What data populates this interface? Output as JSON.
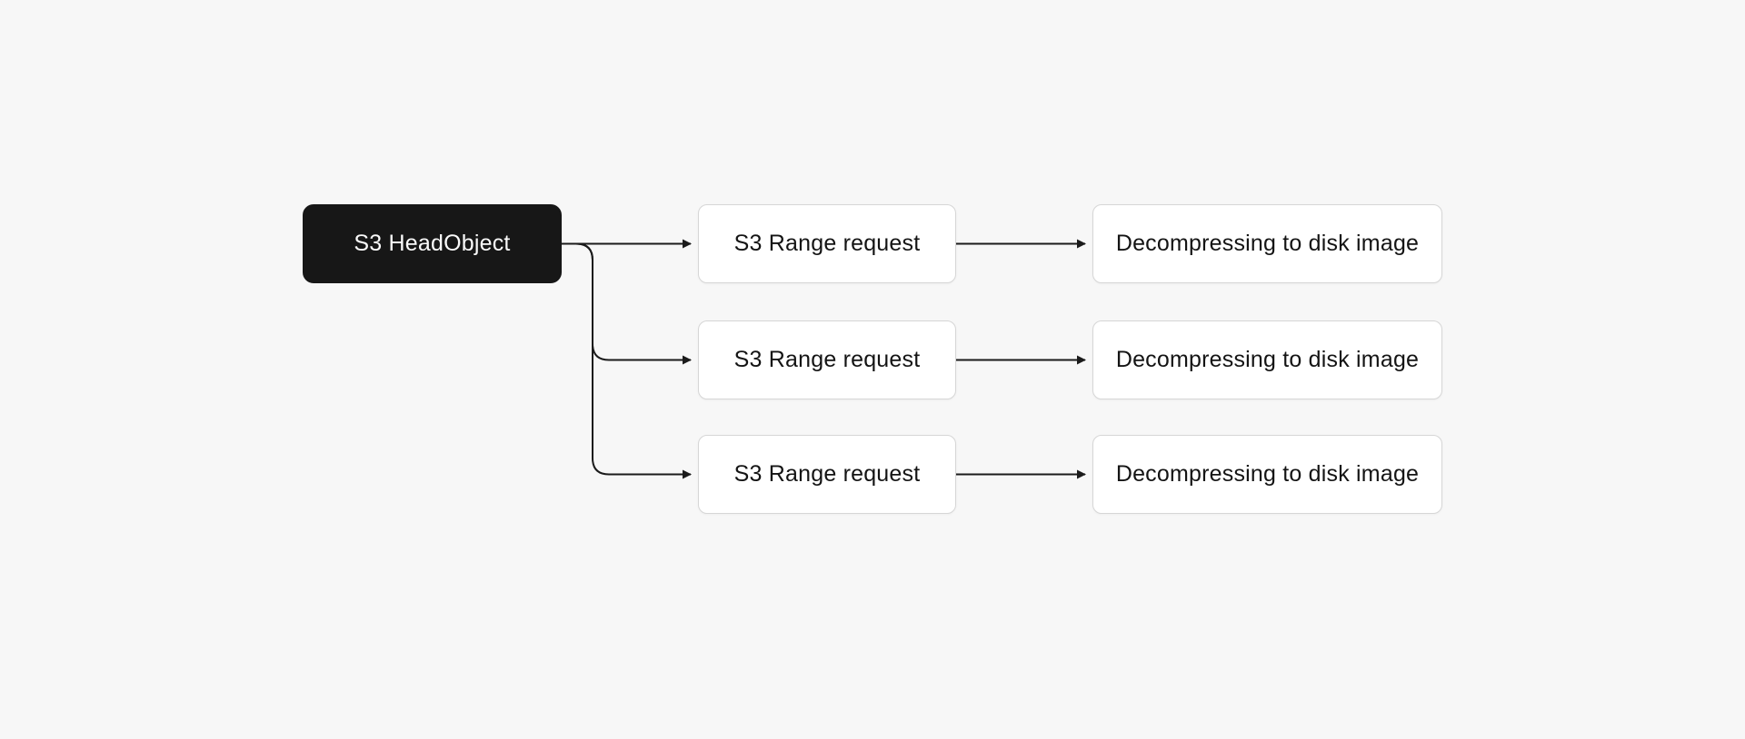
{
  "diagram": {
    "background_color": "#f7f7f7",
    "stroke_color": "#1b1b1b",
    "dark_node_bg": "#171717",
    "dark_node_text": "#fafafa",
    "light_node_bg": "#ffffff",
    "light_node_border": "#d6d6d6"
  },
  "nodes": [
    {
      "id": "head",
      "label": "S3 HeadObject",
      "variant": "dark"
    },
    {
      "id": "range-1",
      "label": "S3 Range request",
      "variant": "light"
    },
    {
      "id": "range-2",
      "label": "S3 Range request",
      "variant": "light"
    },
    {
      "id": "range-3",
      "label": "S3 Range request",
      "variant": "light"
    },
    {
      "id": "decomp-1",
      "label": "Decompressing to disk image",
      "variant": "light"
    },
    {
      "id": "decomp-2",
      "label": "Decompressing to disk image",
      "variant": "light"
    },
    {
      "id": "decomp-3",
      "label": "Decompressing to disk image",
      "variant": "light"
    }
  ],
  "edges": [
    {
      "from": "head",
      "to": "range-1"
    },
    {
      "from": "head",
      "to": "range-2"
    },
    {
      "from": "head",
      "to": "range-3"
    },
    {
      "from": "range-1",
      "to": "decomp-1"
    },
    {
      "from": "range-2",
      "to": "decomp-2"
    },
    {
      "from": "range-3",
      "to": "decomp-3"
    }
  ]
}
